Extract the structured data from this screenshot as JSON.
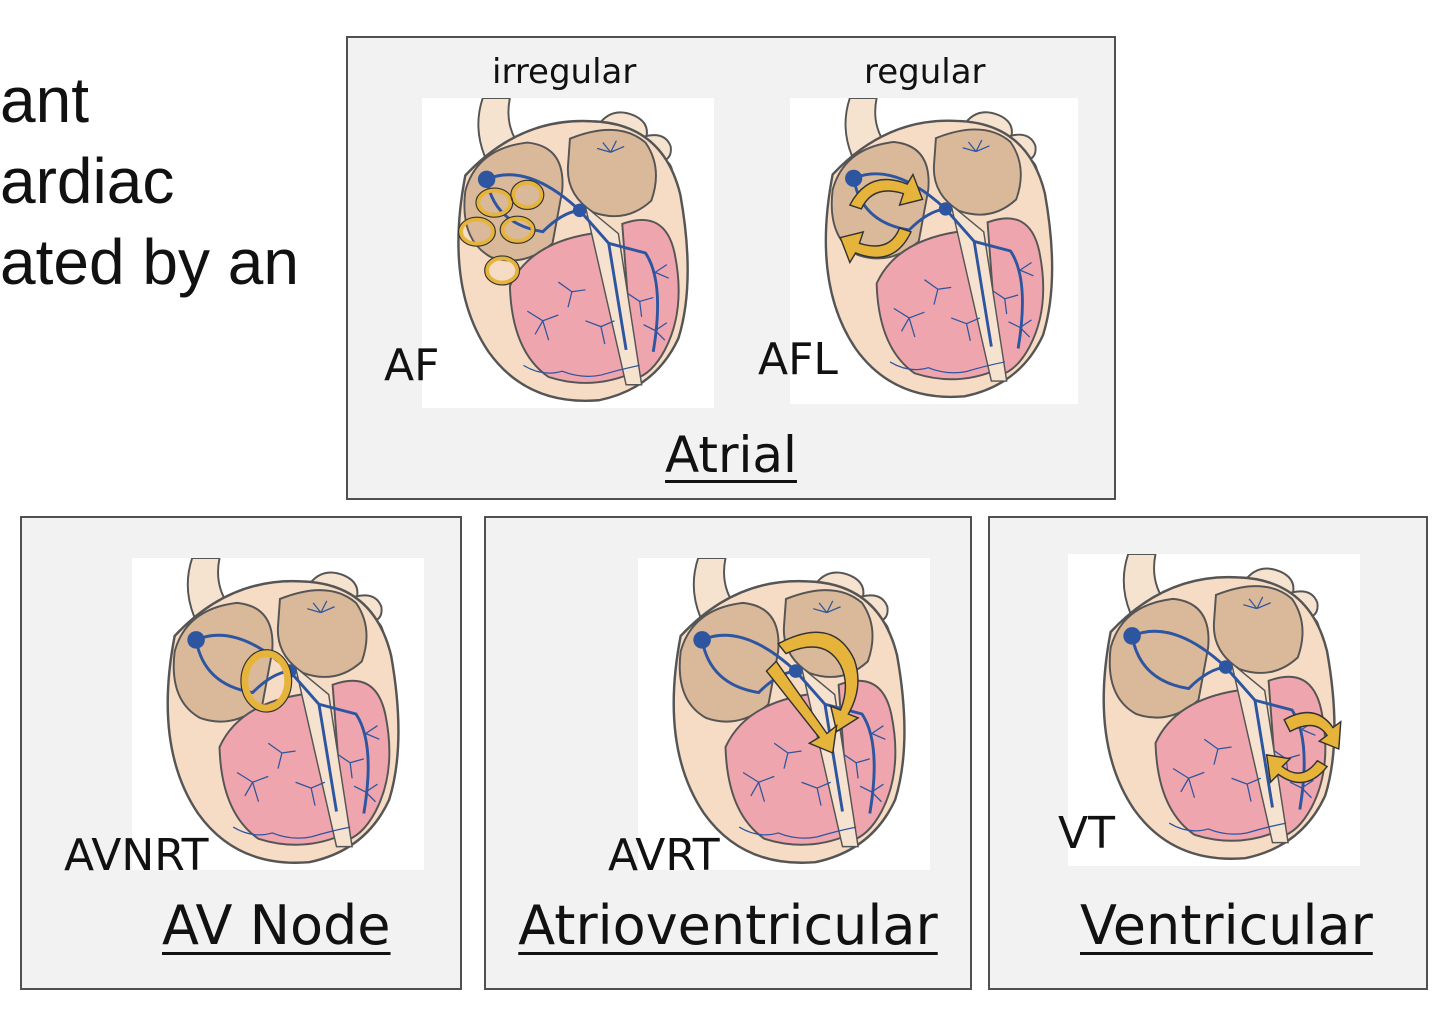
{
  "slide_text": {
    "line1": "ant",
    "line2": "ardiac",
    "line3": "ated by an"
  },
  "panels": {
    "atrial": {
      "title": "Atrial",
      "left_heart": {
        "rhythm": "irregular",
        "abbr": "AF"
      },
      "right_heart": {
        "rhythm": "regular",
        "abbr": "AFL"
      }
    },
    "av_node": {
      "title": "AV Node",
      "abbr": "AVNRT"
    },
    "atrioventricular": {
      "title": "Atrioventricular",
      "abbr": "AVRT"
    },
    "ventricular": {
      "title": "Ventricular",
      "abbr": "VT"
    }
  },
  "colors": {
    "panel_bg": "#f2f2f2",
    "panel_border": "#505050",
    "heart_outer": "#f6dcc5",
    "atrium": "#d9b99a",
    "ventricle": "#eea5ae",
    "conduction": "#2e55a0",
    "reentry_arrow": "#e7b43b"
  }
}
